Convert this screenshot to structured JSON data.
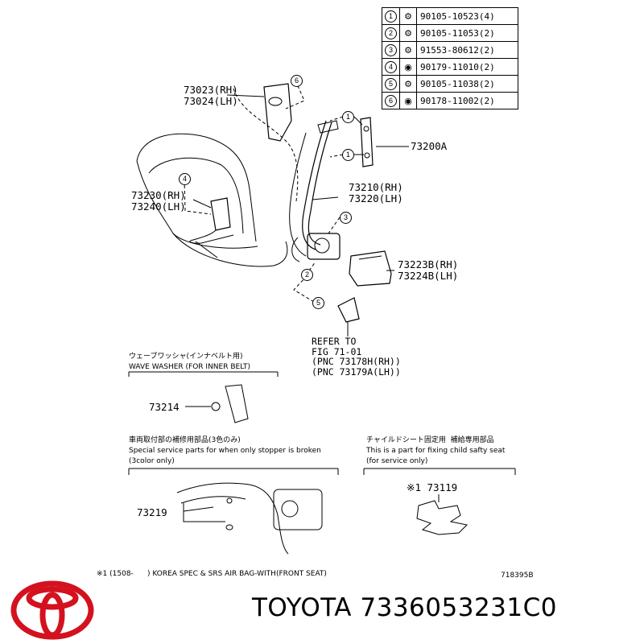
{
  "parts_table": [
    {
      "num": "1",
      "part": "90105-10523(4)"
    },
    {
      "num": "2",
      "part": "90105-11053(2)"
    },
    {
      "num": "3",
      "part": "91553-80612(2)"
    },
    {
      "num": "4",
      "part": "90179-11010(2)"
    },
    {
      "num": "5",
      "part": "90105-11038(2)"
    },
    {
      "num": "6",
      "part": "90178-11002(2)"
    }
  ],
  "labels": {
    "anchor_cover": "73023(RH)\n73024(LH)",
    "adjuster": "73200A",
    "buckle": "73230(RH)\n73240(LH)",
    "belt_assy": "73210(RH)\n73220(LH)",
    "retractor_cover": "73223B(RH)\n73224B(LH)",
    "refer": "REFER TO\nFIG 71-01\n(PNC 73178H(RH))\n(PNC 73179A(LH))",
    "washer_part": "73214",
    "stopper_part": "73219",
    "child_seat_part": "※1 73119"
  },
  "callouts": [
    "6",
    "1",
    "1",
    "4",
    "3",
    "2",
    "5"
  ],
  "notes": {
    "washer_jp": "ウェーブワッシャ(インナベルト用)",
    "washer_en": "WAVE WASHER (FOR INNER BELT)",
    "stopper_jp": "車両取付部の補修用部品(3色のみ)",
    "stopper_en1": "Special service parts for when only stopper is broken",
    "stopper_en2": "(3color only)",
    "child_jp": "チャイルドシート固定用  補給専用部品",
    "child_en1": "This is a part for fixing child safty seat",
    "child_en2": "(for service only)",
    "footnote": "※1 (1508-      ) KOREA SPEC & SRS AIR BAG-WITH(FRONT SEAT)",
    "fig_code": "718395B"
  },
  "brand": {
    "name": "TOYOTA",
    "part_number": "7336053231C0",
    "logo_color": "#d4111f"
  }
}
